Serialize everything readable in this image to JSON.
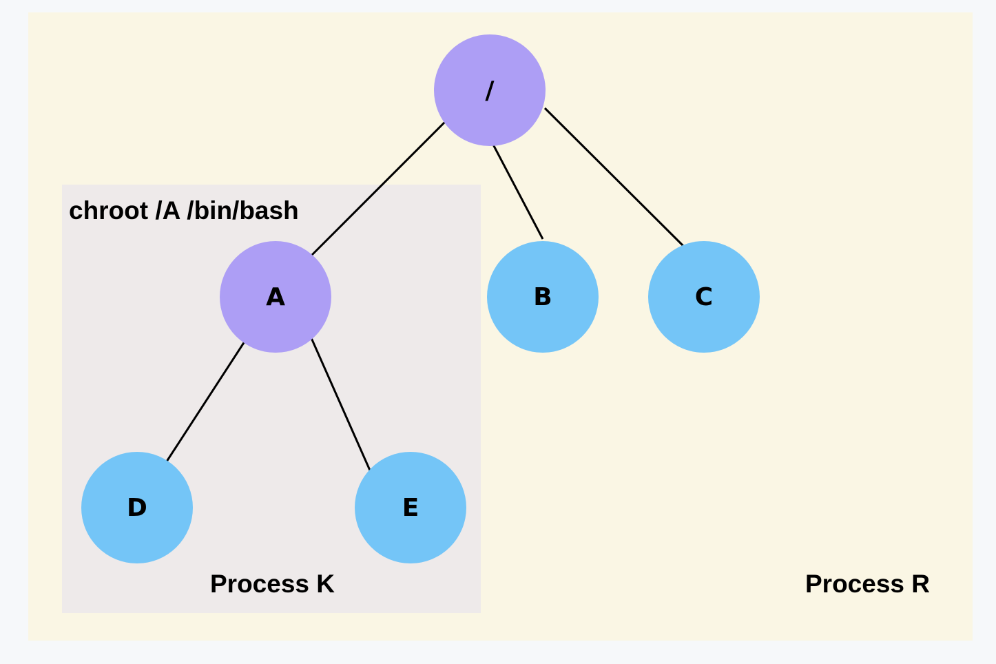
{
  "outer_region": {
    "label": "Process R"
  },
  "inner_region": {
    "command": "chroot /A /bin/bash",
    "label": "Process K"
  },
  "nodes": {
    "root": {
      "label": "/",
      "color": "#ad9ef5"
    },
    "a": {
      "label": "A",
      "color": "#ad9ef5"
    },
    "b": {
      "label": "B",
      "color": "#74c5f7"
    },
    "c": {
      "label": "C",
      "color": "#74c5f7"
    },
    "d": {
      "label": "D",
      "color": "#74c5f7"
    },
    "e": {
      "label": "E",
      "color": "#74c5f7"
    }
  },
  "edges": [
    {
      "from": "root",
      "to": "a"
    },
    {
      "from": "root",
      "to": "b"
    },
    {
      "from": "root",
      "to": "c"
    },
    {
      "from": "a",
      "to": "d"
    },
    {
      "from": "a",
      "to": "e"
    }
  ]
}
